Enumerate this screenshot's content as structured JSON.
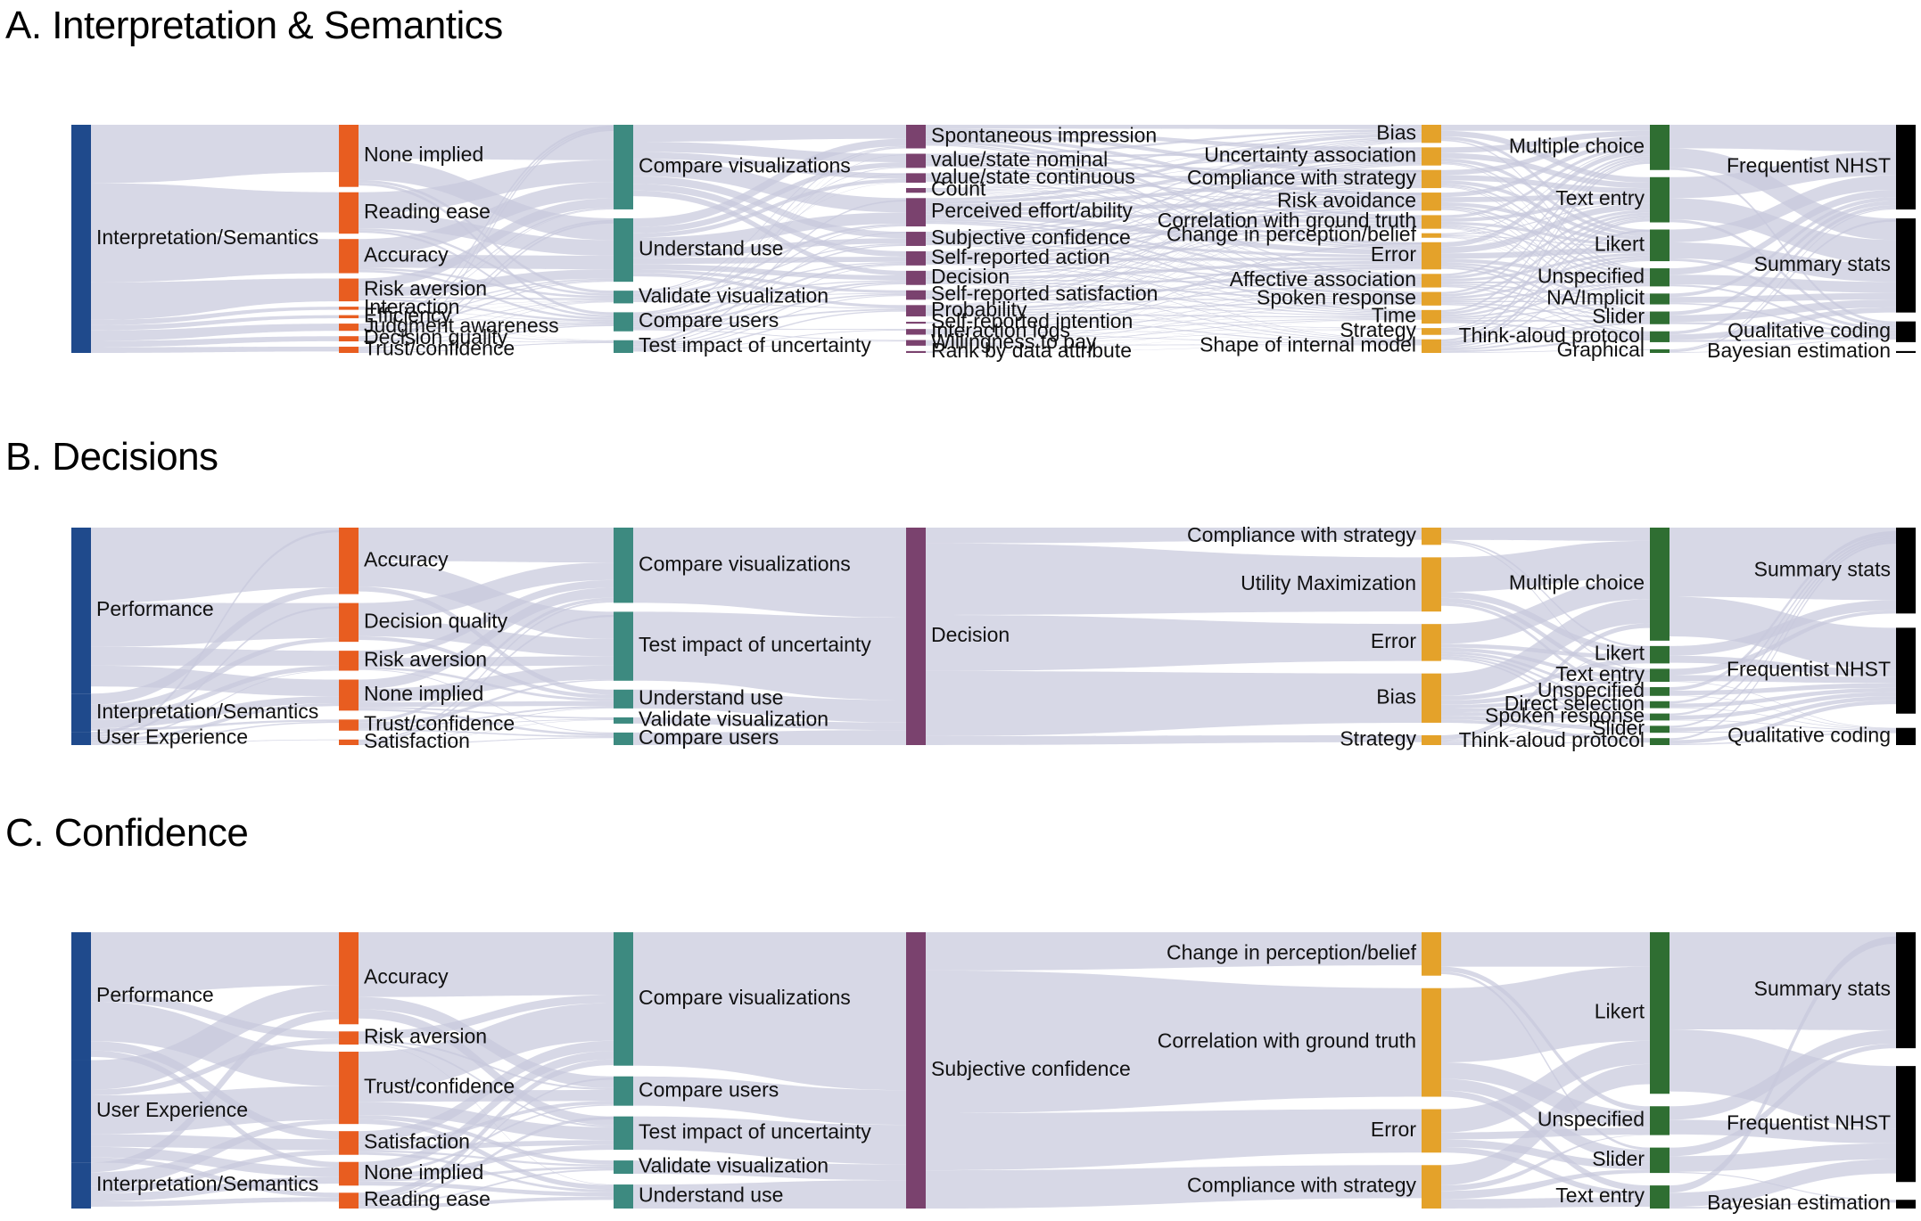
{
  "colors": {
    "link": "#c8c9dc",
    "col0": "#1f4a8c",
    "col1": "#e85d20",
    "col2": "#3d8a80",
    "col3": "#7a426e",
    "col4": "#e4a22a",
    "col5": "#2f6e32"
  },
  "panels": [
    {
      "title": "A. Interpretation & Semantics",
      "columns": [
        [
          {
            "label": "Interpretation/Semantics",
            "w": 1
          }
        ],
        [
          {
            "label": "None implied",
            "w": 6
          },
          {
            "label": "Reading ease",
            "w": 4
          },
          {
            "label": "Accuracy",
            "w": 3.3
          },
          {
            "label": "Risk aversion",
            "w": 2.2
          },
          {
            "label": "Interaction",
            "w": 0.3
          },
          {
            "label": "Efficiency",
            "w": 0.3
          },
          {
            "label": "Judgment awareness",
            "w": 0.7
          },
          {
            "label": "Decision quality",
            "w": 0.5
          },
          {
            "label": "Trust/confidence",
            "w": 0.6
          }
        ],
        [
          {
            "label": "Compare visualizations",
            "w": 8
          },
          {
            "label": "Understand use",
            "w": 6
          },
          {
            "label": "Validate visualization",
            "w": 1.2
          },
          {
            "label": "Compare users",
            "w": 1.8
          },
          {
            "label": "Test impact of uncertainty",
            "w": 1.2
          }
        ],
        [
          {
            "label": "Spontaneous impression",
            "w": 2.5
          },
          {
            "label": "value/state nominal",
            "w": 1.5
          },
          {
            "label": "value/state continuous",
            "w": 1
          },
          {
            "label": "Count",
            "w": 0.5
          },
          {
            "label": "Perceived effort/ability",
            "w": 3
          },
          {
            "label": "Subjective confidence",
            "w": 1.5
          },
          {
            "label": "Self-reported action",
            "w": 1.5
          },
          {
            "label": "Decision",
            "w": 1.5
          },
          {
            "label": "Self-reported satisfaction",
            "w": 1
          },
          {
            "label": "Probability",
            "w": 1.2
          },
          {
            "label": "Self-reported intention",
            "w": 0.2
          },
          {
            "label": "Interaction logs",
            "w": 0.6
          },
          {
            "label": "Willingness to pay",
            "w": 0.6
          },
          {
            "label": "Rank by data attribute",
            "w": 0.2
          }
        ],
        [
          {
            "label": "Bias",
            "w": 0.8
          },
          {
            "label": "Uncertainty association",
            "w": 0.8
          },
          {
            "label": "Compliance with strategy",
            "w": 0.8
          },
          {
            "label": "Risk avoidance",
            "w": 0.8
          },
          {
            "label": "Correlation with ground truth",
            "w": 0.6
          },
          {
            "label": "Change in perception/belief",
            "w": 0.2
          },
          {
            "label": "Error",
            "w": 1.2
          },
          {
            "label": "Affective association",
            "w": 0.6
          },
          {
            "label": "Spoken response",
            "w": 0.6
          },
          {
            "label": "Time",
            "w": 0.6
          },
          {
            "label": "Strategy",
            "w": 0.3
          },
          {
            "label": "Shape of internal model",
            "w": 0.6
          }
        ],
        [
          {
            "label": "Multiple choice",
            "w": 5
          },
          {
            "label": "Text entry",
            "w": 5
          },
          {
            "label": "Likert",
            "w": 3.5
          },
          {
            "label": "Unspecified",
            "w": 2
          },
          {
            "label": "NA/Implicit",
            "w": 1.2
          },
          {
            "label": "Slider",
            "w": 1.4
          },
          {
            "label": "Think-aloud protocol",
            "w": 1.2
          },
          {
            "label": "Graphical",
            "w": 0.4
          }
        ],
        [
          {
            "label": "Frequentist NHST",
            "w": 9
          },
          {
            "label": "Summary stats",
            "w": 10
          },
          {
            "label": "Qualitative coding",
            "w": 2.2
          },
          {
            "label": "Bayesian estimation",
            "w": 0.2
          }
        ]
      ]
    },
    {
      "title": "B. Decisions",
      "columns": [
        [
          {
            "label": "Performance",
            "w": 10
          },
          {
            "label": "Interpretation/Semantics",
            "w": 2.3
          },
          {
            "label": "User Experience",
            "w": 0.8
          }
        ],
        [
          {
            "label": "Accuracy",
            "w": 6
          },
          {
            "label": "Decision quality",
            "w": 3.5
          },
          {
            "label": "Risk aversion",
            "w": 1.8
          },
          {
            "label": "None implied",
            "w": 2.8
          },
          {
            "label": "Trust/confidence",
            "w": 1
          },
          {
            "label": "Satisfaction",
            "w": 0.5
          }
        ],
        [
          {
            "label": "Compare visualizations",
            "w": 6
          },
          {
            "label": "Test impact of uncertainty",
            "w": 5.5
          },
          {
            "label": "Understand use",
            "w": 1.5
          },
          {
            "label": "Validate visualization",
            "w": 0.5
          },
          {
            "label": "Compare users",
            "w": 1
          }
        ],
        [
          {
            "label": "Decision",
            "w": 1
          }
        ],
        [
          {
            "label": "Compliance with strategy",
            "w": 0.7
          },
          {
            "label": "Utility Maximization",
            "w": 2.2
          },
          {
            "label": "Error",
            "w": 1.5
          },
          {
            "label": "Bias",
            "w": 2
          },
          {
            "label": "Strategy",
            "w": 0.4
          }
        ],
        [
          {
            "label": "Multiple choice",
            "w": 13
          },
          {
            "label": "Likert",
            "w": 2
          },
          {
            "label": "Text entry",
            "w": 1.5
          },
          {
            "label": "Unspecified",
            "w": 1
          },
          {
            "label": "Direct selection",
            "w": 0.8
          },
          {
            "label": "Spoken response",
            "w": 0.8
          },
          {
            "label": "Slider",
            "w": 0.8
          },
          {
            "label": "Think-aloud protocol",
            "w": 0.8
          }
        ],
        [
          {
            "label": "Summary stats",
            "w": 10
          },
          {
            "label": "Frequentist NHST",
            "w": 10
          },
          {
            "label": "Qualitative coding",
            "w": 2
          }
        ]
      ]
    },
    {
      "title": "C. Confidence",
      "columns": [
        [
          {
            "label": "Performance",
            "w": 5
          },
          {
            "label": "User Experience",
            "w": 4
          },
          {
            "label": "Interpretation/Semantics",
            "w": 1.8
          }
        ],
        [
          {
            "label": "Accuracy",
            "w": 7
          },
          {
            "label": "Risk aversion",
            "w": 1
          },
          {
            "label": "Trust/confidence",
            "w": 5.5
          },
          {
            "label": "Satisfaction",
            "w": 1.8
          },
          {
            "label": "None implied",
            "w": 1.8
          },
          {
            "label": "Reading ease",
            "w": 1.2
          }
        ],
        [
          {
            "label": "Compare visualizations",
            "w": 10
          },
          {
            "label": "Compare users",
            "w": 2.2
          },
          {
            "label": "Test impact of uncertainty",
            "w": 2.5
          },
          {
            "label": "Validate visualization",
            "w": 1
          },
          {
            "label": "Understand use",
            "w": 1.8
          }
        ],
        [
          {
            "label": "Subjective confidence",
            "w": 1
          }
        ],
        [
          {
            "label": "Change in perception/belief",
            "w": 0.8
          },
          {
            "label": "Correlation with ground truth",
            "w": 2
          },
          {
            "label": "Error",
            "w": 0.8
          },
          {
            "label": "Compliance with strategy",
            "w": 0.8
          }
        ],
        [
          {
            "label": "Likert",
            "w": 14
          },
          {
            "label": "Unspecified",
            "w": 2.5
          },
          {
            "label": "Slider",
            "w": 2.2
          },
          {
            "label": "Text entry",
            "w": 2
          }
        ],
        [
          {
            "label": "Summary stats",
            "w": 8
          },
          {
            "label": "Frequentist NHST",
            "w": 8
          },
          {
            "label": "Bayesian estimation",
            "w": 0.6
          }
        ]
      ]
    }
  ]
}
